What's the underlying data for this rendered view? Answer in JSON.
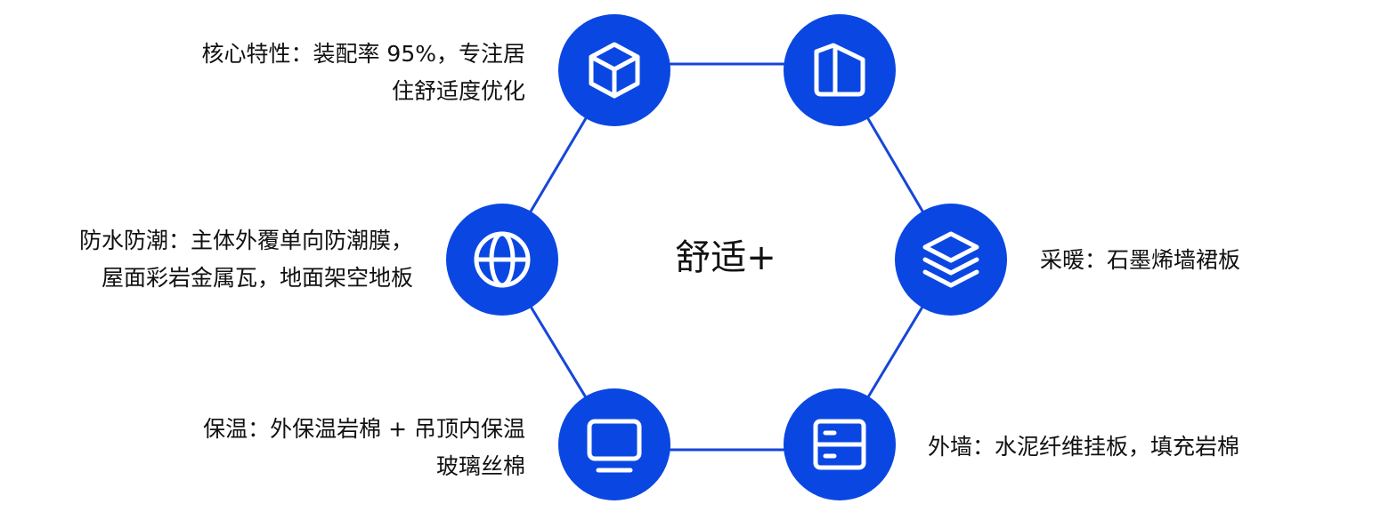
{
  "center": {
    "title": "舒适+"
  },
  "nodes": [
    {
      "id": "top-left",
      "icon": "cube-icon",
      "lines": [
        "核心特性：装配率 95%，专注居",
        "住舒适度优化"
      ]
    },
    {
      "id": "top-right",
      "icon": "building-icon",
      "lines": []
    },
    {
      "id": "right",
      "icon": "layers-icon",
      "lines": [
        "采暖：石墨烯墙裙板"
      ]
    },
    {
      "id": "bottom-right",
      "icon": "server-icon",
      "lines": [
        "外墙：水泥纤维挂板，填充岩棉"
      ]
    },
    {
      "id": "bottom-left",
      "icon": "monitor-icon",
      "lines": [
        "保温：外保温岩棉 + 吊顶内保温",
        "玻璃丝棉"
      ]
    },
    {
      "id": "left",
      "icon": "globe-icon",
      "lines": [
        "防水防潮：主体外覆单向防潮膜，",
        "屋面彩岩金属瓦，地面架空地板"
      ]
    }
  ],
  "colors": {
    "node_fill": "#0a47e2",
    "edge": "#1646d8",
    "text": "#111111",
    "icon": "#ffffff"
  }
}
